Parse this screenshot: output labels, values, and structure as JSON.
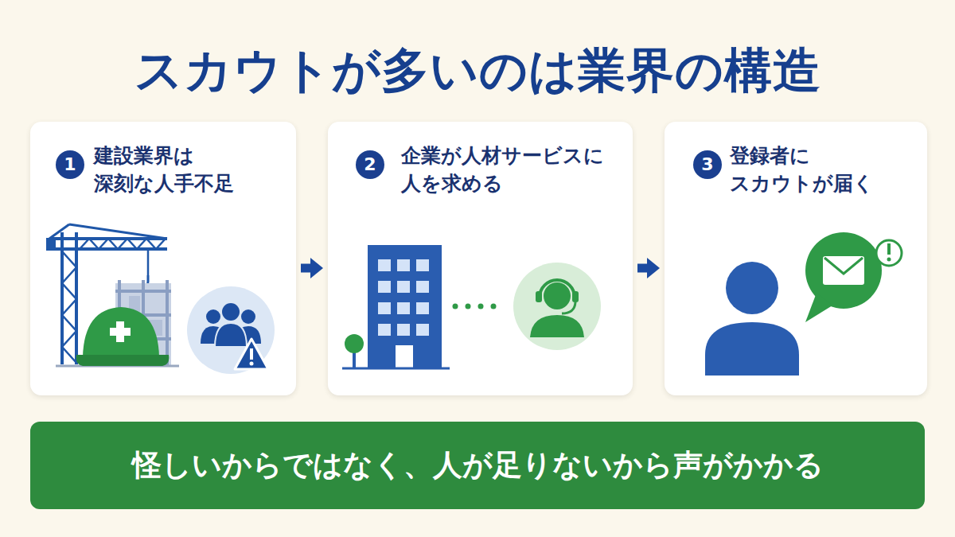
{
  "diagram": {
    "title": "スカウトが多いのは業界の構造",
    "nodes": [
      {
        "text": [
          "建設業界は 深刻な人手不足"
        ]
      },
      {
        "text": [
          "1"
        ],
        "in": 0
      },
      {
        "text": [
          "企業が人材サービスに 人を求める"
        ]
      },
      {
        "text": [
          "2"
        ],
        "in": 2
      },
      {
        "text": [
          "登録者に スカウトが届く"
        ]
      },
      {
        "text": [
          "3"
        ],
        "in": 4
      },
      {
        "text": [
          "怪しいからではなく、人が足りないから声がかかる"
        ]
      }
    ],
    "edges": [
      {
        "from": 0,
        "to": 2,
        "arrow": "to"
      },
      {
        "from": 2,
        "to": 4,
        "arrow": "to"
      }
    ]
  }
}
